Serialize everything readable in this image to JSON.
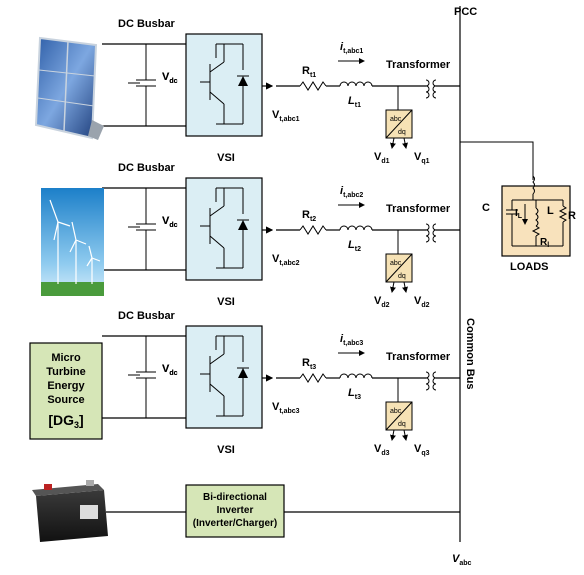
{
  "pcc_label": "PCC",
  "common_bus_label": "Common Bus",
  "vabc_label": "V",
  "vabc_sub": "abc",
  "loads": {
    "title": "LOADS",
    "c_label": "C",
    "il_label": "I",
    "il_sub": "L",
    "l_label": "L",
    "r_label": "R",
    "rl_label": "R",
    "rl_sub": "l"
  },
  "branches": [
    {
      "dc_busbar": "DC Busbar",
      "vdc_main": "V",
      "vdc_sub": "dc",
      "vsi": "VSI",
      "vt_main": "V",
      "vt_sub": "t,abc1",
      "r_main": "R",
      "r_sub": "t1",
      "i_main": "i",
      "i_sub": "t,abc1",
      "l_main": "L",
      "l_sub": "t1",
      "transformer": "Transformer",
      "abc": "abc",
      "dq": "dq",
      "vd_main": "V",
      "vd_sub": "d1",
      "vq_main": "V",
      "vq_sub": "q1",
      "source": "solar-panel"
    },
    {
      "dc_busbar": "DC Busbar",
      "vdc_main": "V",
      "vdc_sub": "dc",
      "vsi": "VSI",
      "vt_main": "V",
      "vt_sub": "t,abc2",
      "r_main": "R",
      "r_sub": "t2",
      "i_main": "i",
      "i_sub": "t,abc2",
      "l_main": "L",
      "l_sub": "t2",
      "transformer": "Transformer",
      "abc": "abc",
      "dq": "dq",
      "vd_main": "V",
      "vd_sub": "d2",
      "vq_main": "V",
      "vq_sub": "d2",
      "source": "wind-turbines"
    },
    {
      "dc_busbar": "DC Busbar",
      "vdc_main": "V",
      "vdc_sub": "dc",
      "vsi": "VSI",
      "vt_main": "V",
      "vt_sub": "t,abc3",
      "r_main": "R",
      "r_sub": "t3",
      "i_main": "i",
      "i_sub": "t,abc3",
      "l_main": "L",
      "l_sub": "t3",
      "transformer": "Transformer",
      "abc": "abc",
      "dq": "dq",
      "vd_main": "V",
      "vd_sub": "d3",
      "vq_main": "V",
      "vq_sub": "q3",
      "source": "micro-turbine"
    }
  ],
  "micro_turbine": {
    "line1": "Micro",
    "line2": "Turbine",
    "line3": "Energy",
    "line4": "Source",
    "line5": "[DG",
    "line5_sub": "3",
    "line5_end": "]"
  },
  "battery_converter": {
    "line1": "Bi-directional",
    "line2": "Inverter",
    "line3": "(Inverter/Charger)"
  },
  "colors": {
    "vsi_fill": "#dbeef4",
    "abcdq_fill": "#f6e2b5",
    "green_fill": "#d6e6b7",
    "loads_fill": "#f8e2bc"
  }
}
